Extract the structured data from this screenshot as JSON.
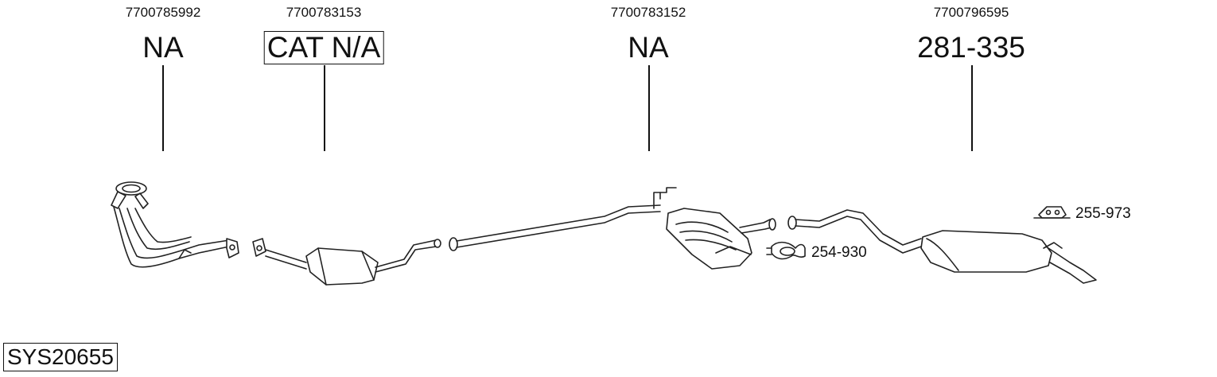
{
  "callouts": [
    {
      "oem": "7700785992",
      "part": "NA"
    },
    {
      "oem": "7700783153",
      "part": "CAT N/A"
    },
    {
      "oem": "7700783152",
      "part": "NA"
    },
    {
      "oem": "7700796595",
      "part": "281-335"
    }
  ],
  "accessories": [
    {
      "part": "254-930",
      "icon": "clamp-icon"
    },
    {
      "part": "255-973",
      "icon": "rubber-mount-icon"
    }
  ],
  "system_code": "SYS20655"
}
